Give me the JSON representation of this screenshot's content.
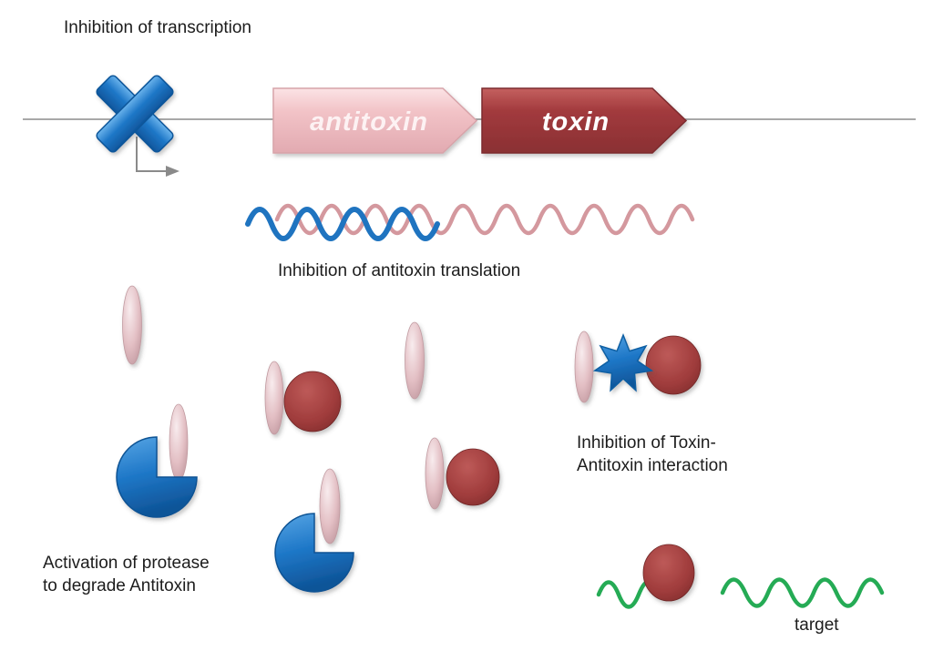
{
  "labels": {
    "inhibition_of_transcription": "Inhibition of transcription",
    "inhibition_of_translation": "Inhibition of antitoxin translation",
    "inhibition_of_interaction_line1": "Inhibition of Toxin-",
    "inhibition_of_interaction_line2": "Antitoxin interaction",
    "protease_activation_line1": "Activation of protease",
    "protease_activation_line2": "to degrade Antitoxin",
    "target": "target"
  },
  "gene_map": {
    "antitoxin_label": "antitoxin",
    "toxin_label": "toxin"
  },
  "colors": {
    "blue": "#1f78c8",
    "pink_gene": "#f2c3c7",
    "red_gene": "#a23a3d",
    "blue_rna": "#1f74c0",
    "pink_rna": "#d4989e",
    "green_rna": "#25ab55",
    "pink_protein": "#e3bfc4",
    "red_protein": "#a03c3c",
    "gene_line_gray": "#8c8c8c",
    "text": "#1c1c1c",
    "gene_label_white": "#ffffff"
  }
}
